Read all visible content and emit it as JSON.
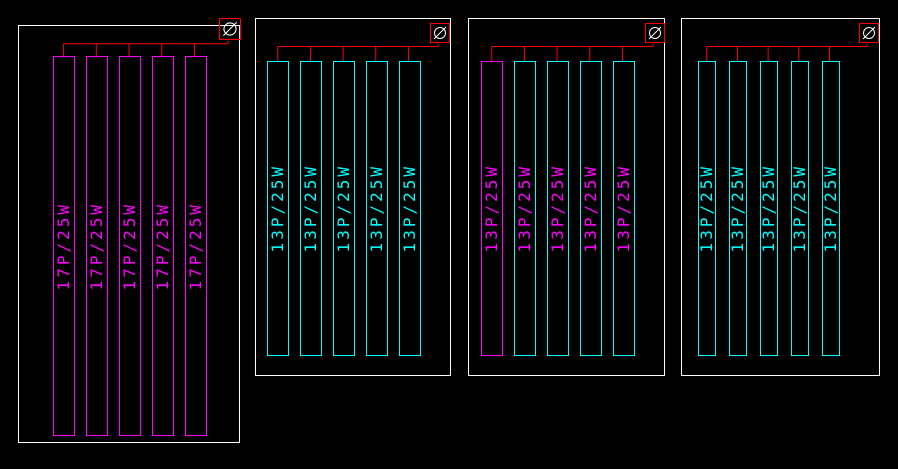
{
  "drawing": {
    "background": "#000000",
    "frame_color": "#FFFFFF",
    "wire_color": "#FF0000",
    "icon": {
      "name": "breaker-meter-icon",
      "box_color": "#FF0000",
      "circle_color": "#FFFFFF",
      "slash_color": "#FFFFFF"
    }
  },
  "groups": [
    {
      "id": "pv-array-group-1",
      "strings": [
        {
          "label": "17P/25W",
          "outline": "#FF00FF",
          "text": "#FF00FF"
        },
        {
          "label": "17P/25W",
          "outline": "#FF00FF",
          "text": "#FF00FF"
        },
        {
          "label": "17P/25W",
          "outline": "#FF00FF",
          "text": "#FF00FF"
        },
        {
          "label": "17P/25W",
          "outline": "#FF00FF",
          "text": "#FF00FF"
        },
        {
          "label": "17P/25W",
          "outline": "#FF00FF",
          "text": "#FF00FF"
        }
      ]
    },
    {
      "id": "pv-array-group-2",
      "strings": [
        {
          "label": "13P/25W",
          "outline": "#00FFFF",
          "text": "#00FFFF"
        },
        {
          "label": "13P/25W",
          "outline": "#00FFFF",
          "text": "#00FFFF"
        },
        {
          "label": "13P/25W",
          "outline": "#00FFFF",
          "text": "#00FFFF"
        },
        {
          "label": "13P/25W",
          "outline": "#00FFFF",
          "text": "#00FFFF"
        },
        {
          "label": "13P/25W",
          "outline": "#00FFFF",
          "text": "#00FFFF"
        }
      ]
    },
    {
      "id": "pv-array-group-3",
      "strings": [
        {
          "label": "13P/25W",
          "outline": "#FF00FF",
          "text": "#FF00FF"
        },
        {
          "label": "13P/25W",
          "outline": "#00FFFF",
          "text": "#FF00FF"
        },
        {
          "label": "13P/25W",
          "outline": "#00FFFF",
          "text": "#FF00FF"
        },
        {
          "label": "13P/25W",
          "outline": "#00FFFF",
          "text": "#FF00FF"
        },
        {
          "label": "13P/25W",
          "outline": "#00FFFF",
          "text": "#FF00FF"
        }
      ]
    },
    {
      "id": "pv-array-group-4",
      "strings": [
        {
          "label": "13P/25W",
          "outline": "#00FFFF",
          "text": "#00FFFF"
        },
        {
          "label": "13P/25W",
          "outline": "#00FFFF",
          "text": "#00FFFF"
        },
        {
          "label": "13P/25W",
          "outline": "#00FFFF",
          "text": "#00FFFF"
        },
        {
          "label": "13P/25W",
          "outline": "#00FFFF",
          "text": "#00FFFF"
        },
        {
          "label": "13P/25W",
          "outline": "#00FFFF",
          "text": "#00FFFF"
        }
      ]
    }
  ]
}
